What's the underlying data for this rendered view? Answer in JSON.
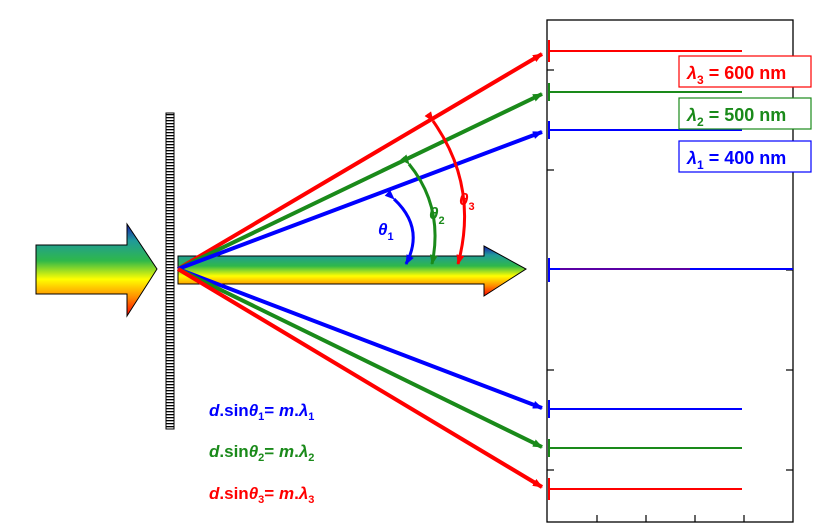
{
  "colors": {
    "red": "#ff0000",
    "green": "#1a8a1a",
    "blue": "#0000ff"
  },
  "icons": {
    "grating": "diffraction-grating",
    "incoming_beam": "rainbow-arrow",
    "transmitted_beam": "rainbow-arrow"
  },
  "angles": {
    "theta1": {
      "symbol": "θ",
      "sub": "1"
    },
    "theta2": {
      "symbol": "θ",
      "sub": "2"
    },
    "theta3": {
      "symbol": "θ",
      "sub": "3"
    }
  },
  "legend": [
    {
      "symbol": "λ",
      "sub": "3",
      "rest": " = 600 nm",
      "color": "#ff0000"
    },
    {
      "symbol": "λ",
      "sub": "2",
      "rest": " = 500 nm",
      "color": "#1a8a1a"
    },
    {
      "symbol": "λ",
      "sub": "1",
      "rest": " = 400 nm",
      "color": "#0000ff"
    }
  ],
  "equations": [
    {
      "d": "d",
      "sin": ".sin",
      "theta": "θ",
      "sub": "1",
      "eq": "= ",
      "m": "m",
      "dot": ".",
      "lambda": "λ",
      "lsub": "1",
      "color": "#0000ff"
    },
    {
      "d": "d",
      "sin": ".sin",
      "theta": "θ",
      "sub": "2",
      "eq": "= ",
      "m": "m",
      "dot": ".",
      "lambda": "λ",
      "lsub": "2",
      "color": "#1a8a1a"
    },
    {
      "d": "d",
      "sin": ".sin",
      "theta": "θ",
      "sub": "3",
      "eq": "= ",
      "m": "m",
      "dot": ".",
      "lambda": "λ",
      "lsub": "3",
      "color": "#ff0000"
    }
  ]
}
